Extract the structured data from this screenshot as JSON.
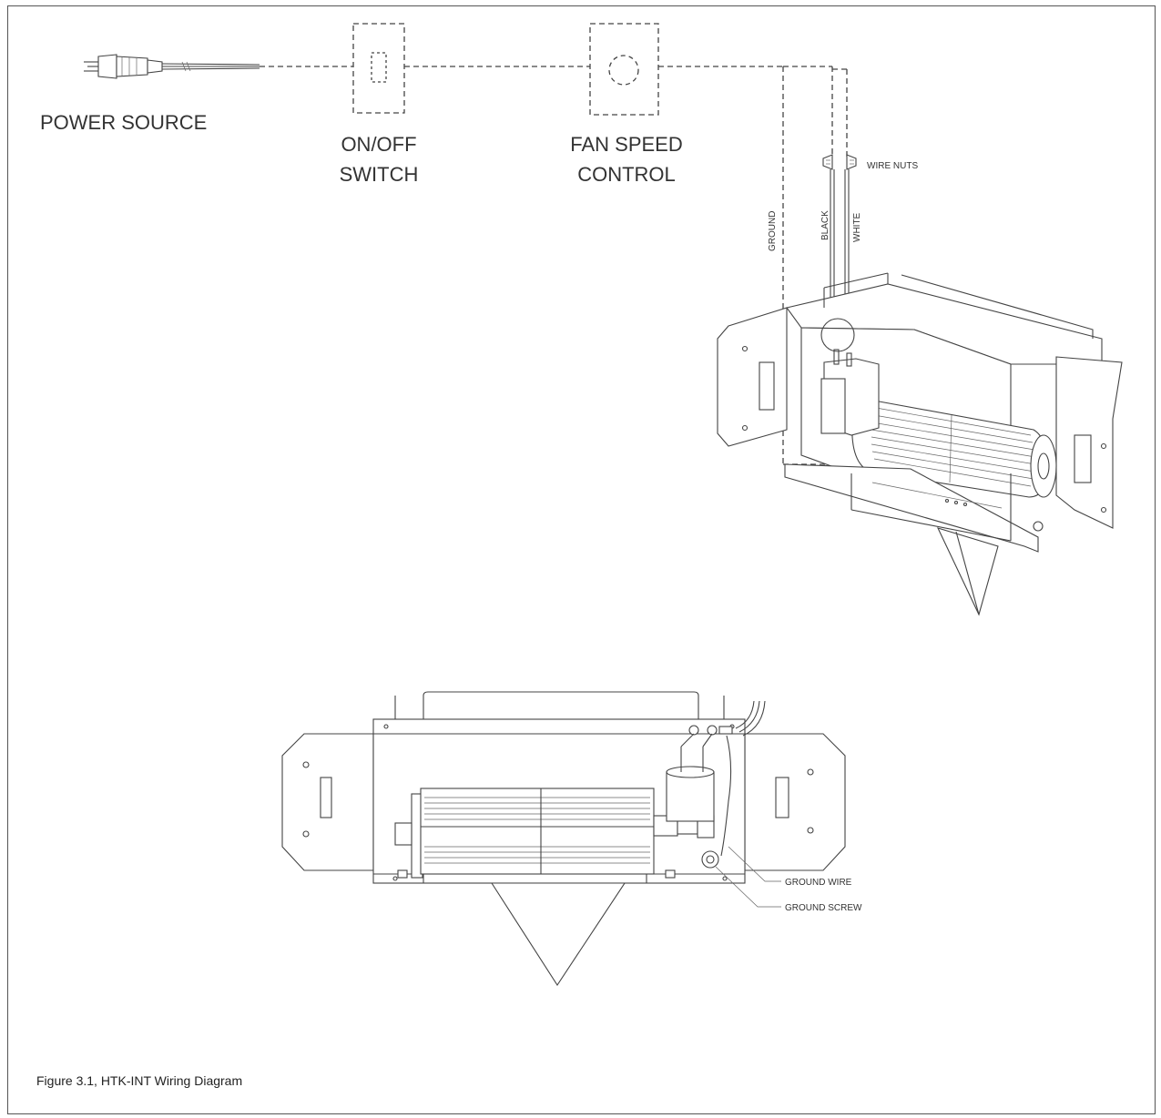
{
  "labels": {
    "power_source": "POWER SOURCE",
    "switch_line1": "ON/OFF",
    "switch_line2": "SWITCH",
    "fan_line1": "FAN SPEED",
    "fan_line2": "CONTROL",
    "wire_nuts": "WIRE NUTS",
    "ground": "GROUND",
    "black": "BLACK",
    "white": "WHITE",
    "ground_wire": "GROUND WIRE",
    "ground_screw": "GROUND SCREW"
  },
  "caption": "Figure 3.1, HTK-INT Wiring Diagram"
}
